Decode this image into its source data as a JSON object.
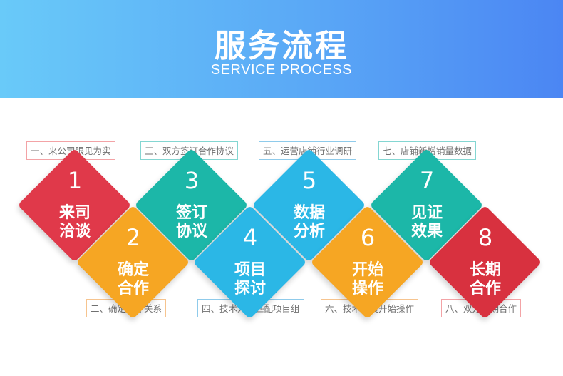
{
  "header": {
    "title": "服务流程",
    "subtitle": "SERVICE PROCESS"
  },
  "colors": {
    "red": "#e0394a",
    "orange": "#f6a623",
    "teal": "#1cb7a8",
    "blue": "#2bb7e6",
    "deep_red": "#d8313f"
  },
  "steps": [
    {
      "num": "1",
      "line1": "来司",
      "line2": "洽谈"
    },
    {
      "num": "2",
      "line1": "确定",
      "line2": "合作"
    },
    {
      "num": "3",
      "line1": "签订",
      "line2": "协议"
    },
    {
      "num": "4",
      "line1": "项目",
      "line2": "探讨"
    },
    {
      "num": "5",
      "line1": "数据",
      "line2": "分析"
    },
    {
      "num": "6",
      "line1": "开始",
      "line2": "操作"
    },
    {
      "num": "7",
      "line1": "见证",
      "line2": "效果"
    },
    {
      "num": "8",
      "line1": "长期",
      "line2": "合作"
    }
  ],
  "labels": [
    "一、来公司眼见为实",
    "二、确定合作关系",
    "三、双方签订合作协议",
    "四、技术人员匹配项目组",
    "五、运营店铺行业调研",
    "六、技术人员开始操作",
    "七、店铺新增销量数据",
    "八、双方长期合作"
  ]
}
